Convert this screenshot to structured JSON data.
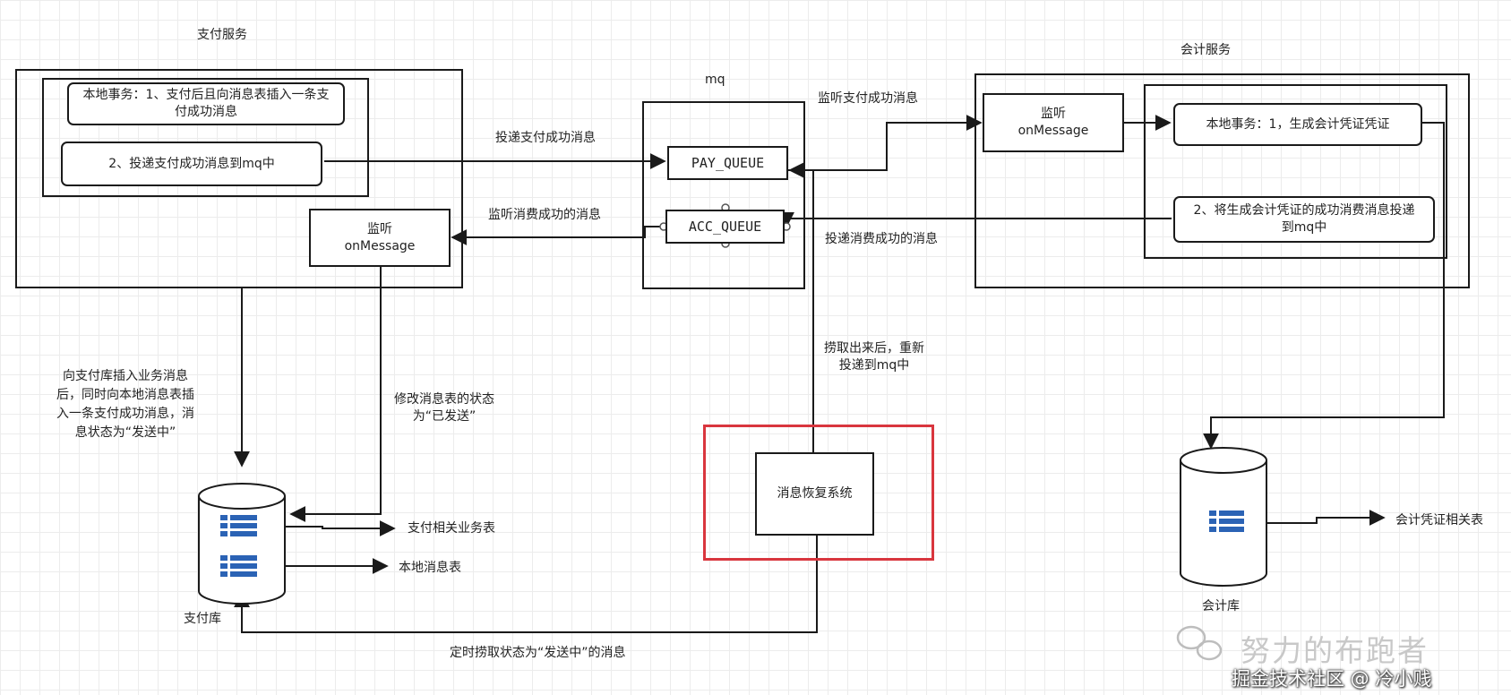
{
  "payment_service": {
    "title": "支付服务",
    "step1": "本地事务：1、支付后且向消息表插入一条支付成功消息",
    "step2": "2、投递支付成功消息到mq中",
    "listener": "监听\nonMessage"
  },
  "mq": {
    "title": "mq",
    "pay_queue": "PAY_QUEUE",
    "acc_queue": "ACC_QUEUE"
  },
  "accounting_service": {
    "title": "会计服务",
    "listener": "监听\nonMessage",
    "step1": "本地事务：1，生成会计凭证凭证",
    "step2": "2、将生成会计凭证的成功消费消息投递到mq中"
  },
  "recovery": {
    "box": "消息恢复系统"
  },
  "labels": {
    "deliver_pay_success": "投递支付成功消息",
    "listen_consume_success": "监听消费成功的消息",
    "listen_pay_success": "监听支付成功消息",
    "deliver_consume_success": "投递消费成功的消息",
    "fetch_redeliver": "捞取出来后，重新\n投递到mq中",
    "insert_business": "向支付库插入业务消息\n后，同时向本地消息表插\n入一条支付成功消息，消\n息状态为“发送中”",
    "update_status": "修改消息表的状态\n为“已发送”",
    "scheduled_fetch": "定时捞取状态为“发送中”的消息"
  },
  "payment_db": {
    "name": "支付库",
    "table1": "支付相关业务表",
    "table2": "本地消息表"
  },
  "accounting_db": {
    "name": "会计库",
    "table1": "会计凭证相关表"
  },
  "watermark": {
    "big": "努力的布跑者",
    "small": "掘金技术社区 @ 冷小贱"
  },
  "colors": {
    "line": "#1a1a1a",
    "highlight": "#d9363e",
    "table_icon": "#2b63b5"
  }
}
